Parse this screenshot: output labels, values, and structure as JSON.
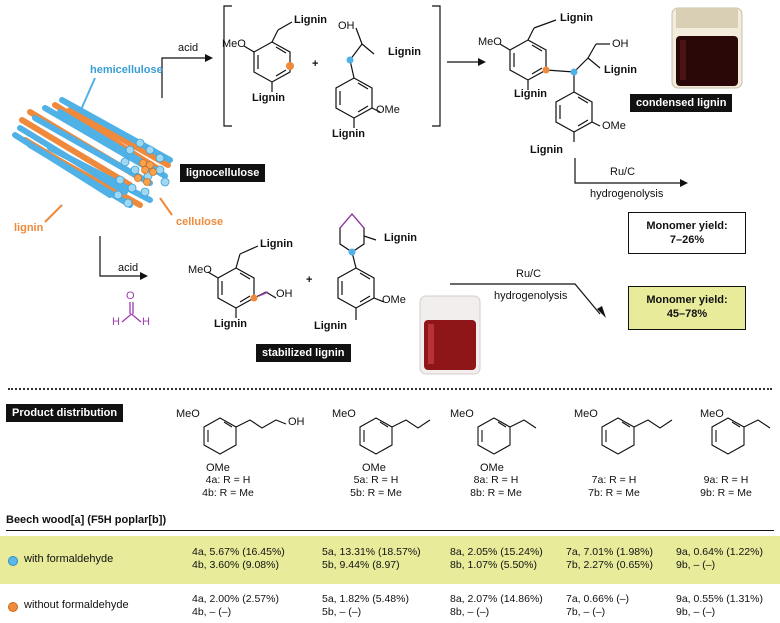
{
  "scheme": {
    "acid_top": "acid",
    "acid_bottom": "acid",
    "hemicellulose": "hemicellulose",
    "lignocellulose": "lignocellulose",
    "lignin": "lignin",
    "cellulose": "cellulose",
    "condensed_lignin": "condensed lignin",
    "stabilized_lignin": "stabilized lignin",
    "ru_c_top": "Ru/C",
    "hydrogenolysis_top": "hydrogenolysis",
    "ru_c_bottom": "Ru/C",
    "hydrogenolysis_bottom": "hydrogenolysis",
    "yield_condensed_title": "Monomer yield:",
    "yield_condensed_value": "7–26%",
    "yield_stabilized_title": "Monomer yield:",
    "yield_stabilized_value": "45–78%",
    "struct_labels": {
      "lignin": "Lignin",
      "meo": "MeO",
      "ome": "OMe",
      "oh": "OH",
      "o": "O",
      "h": "H",
      "plus": "+"
    }
  },
  "products": {
    "section_title": "Product distribution",
    "compounds": [
      {
        "a": "4a: R = H",
        "b": "4b: R = Me"
      },
      {
        "a": "5a: R = H",
        "b": "5b: R = Me"
      },
      {
        "a": "8a: R = H",
        "b": "8b: R = Me"
      },
      {
        "a": "7a: R = H",
        "b": "7b: R = Me"
      },
      {
        "a": "9a: R = H",
        "b": "9b: R = Me"
      }
    ],
    "table_header": "Beech wood[a] (F5H poplar[b])",
    "rows": [
      {
        "label": "with formaldehyde",
        "color": "#5bb8e8",
        "bg": "#e8ec9a",
        "cells": [
          {
            "a": "4a, 5.67% (16.45%)",
            "b": "4b, 3.60% (9.08%)"
          },
          {
            "a": "5a, 13.31% (18.57%)",
            "b": "5b, 9.44% (8.97)"
          },
          {
            "a": "8a, 2.05% (15.24%)",
            "b": "8b, 1.07% (5.50%)"
          },
          {
            "a": "7a, 7.01% (1.98%)",
            "b": "7b, 2.27% (0.65%)"
          },
          {
            "a": "9a, 0.64% (1.22%)",
            "b": "9b, – (–)"
          }
        ]
      },
      {
        "label": "without formaldehyde",
        "color": "#ef8a3c",
        "bg": "#ffffff",
        "cells": [
          {
            "a": "4a, 2.00% (2.57%)",
            "b": "4b, – (–)"
          },
          {
            "a": "5a, 1.82% (5.48%)",
            "b": "5b, – (–)"
          },
          {
            "a": "8a, 2.07% (14.86%)",
            "b": "8b, – (–)"
          },
          {
            "a": "7a, 0.66% (–)",
            "b": "7b, – (–)"
          },
          {
            "a": "9a, 0.55% (1.31%)",
            "b": "9b, – (–)"
          }
        ]
      }
    ]
  }
}
